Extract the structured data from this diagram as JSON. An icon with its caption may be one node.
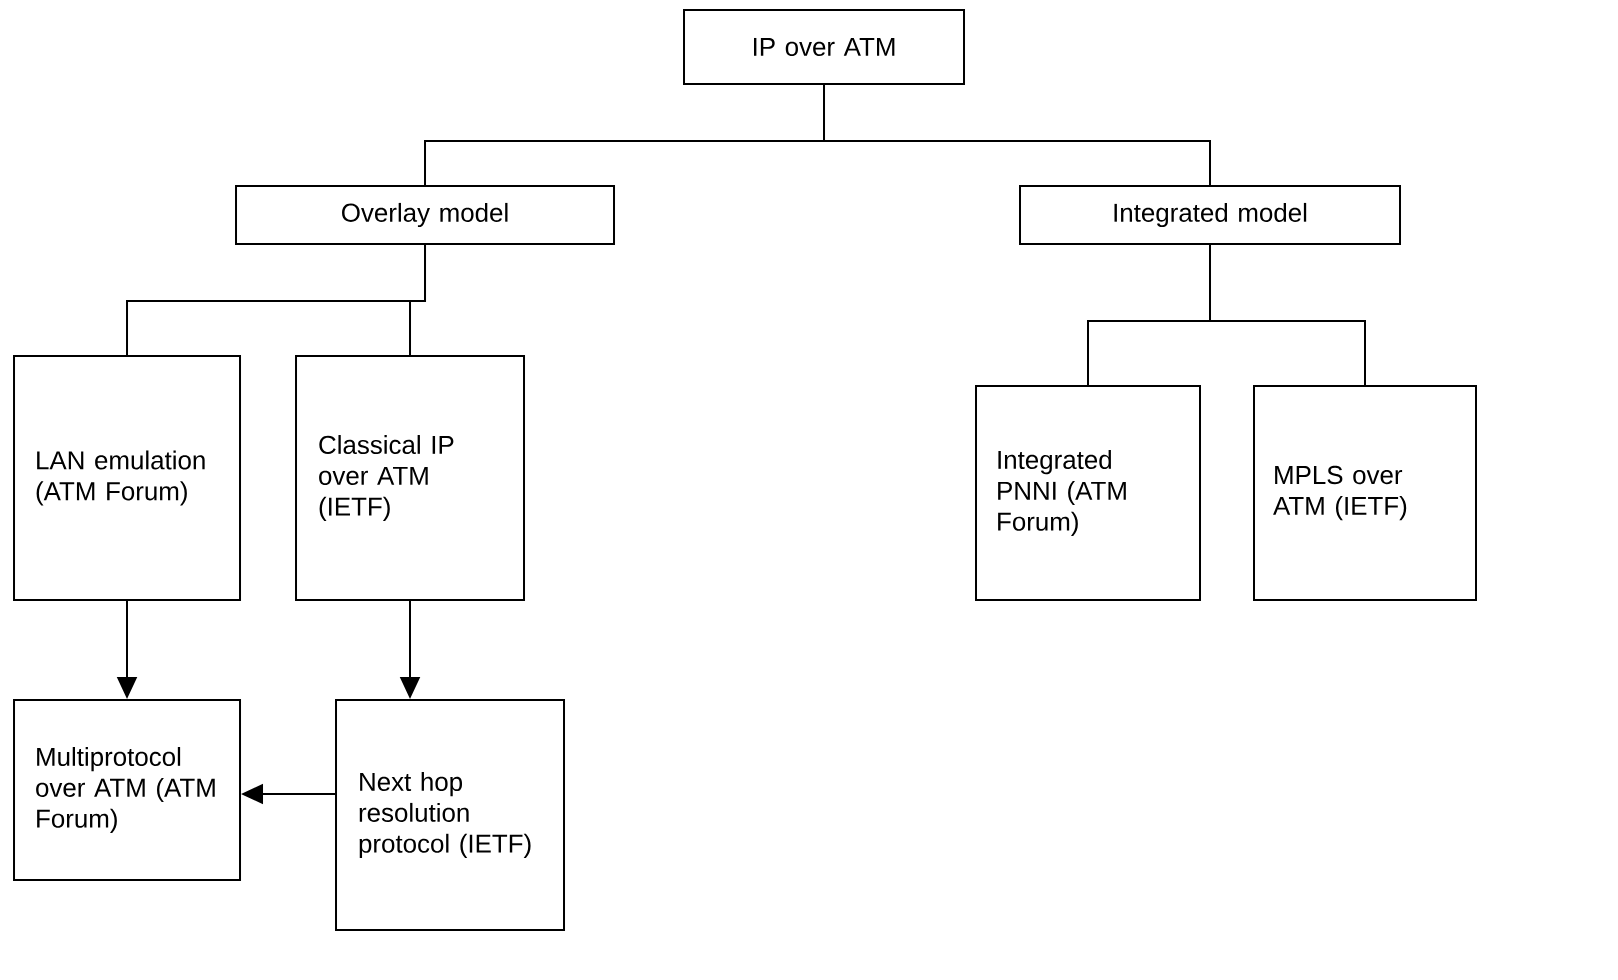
{
  "diagram": {
    "nodes": [
      {
        "text": [
          "IP over ATM"
        ]
      },
      {
        "text": [
          "Overlay model"
        ]
      },
      {
        "text": [
          "Integrated model"
        ]
      },
      {
        "text": [
          "LAN emulation (ATM Forum)"
        ]
      },
      {
        "text": [
          "Classical IP over ATM (IETF)"
        ]
      },
      {
        "text": [
          "Integrated PNNI (ATM Forum)"
        ]
      },
      {
        "text": [
          "MPLS over ATM (IETF)"
        ]
      },
      {
        "text": [
          "Multiprotocol over ATM (ATM Forum)"
        ]
      },
      {
        "text": [
          "Next hop resolution protocol (IETF)"
        ]
      }
    ],
    "edges": [
      {
        "from": 0,
        "to": 1,
        "arrow": "none"
      },
      {
        "from": 0,
        "to": 2,
        "arrow": "none"
      },
      {
        "from": 1,
        "to": 3,
        "arrow": "none"
      },
      {
        "from": 1,
        "to": 4,
        "arrow": "none"
      },
      {
        "from": 2,
        "to": 5,
        "arrow": "none"
      },
      {
        "from": 2,
        "to": 6,
        "arrow": "none"
      },
      {
        "from": 3,
        "to": 7,
        "arrow": "to"
      },
      {
        "from": 4,
        "to": 8,
        "arrow": "to"
      },
      {
        "from": 8,
        "to": 7,
        "arrow": "to"
      }
    ]
  }
}
